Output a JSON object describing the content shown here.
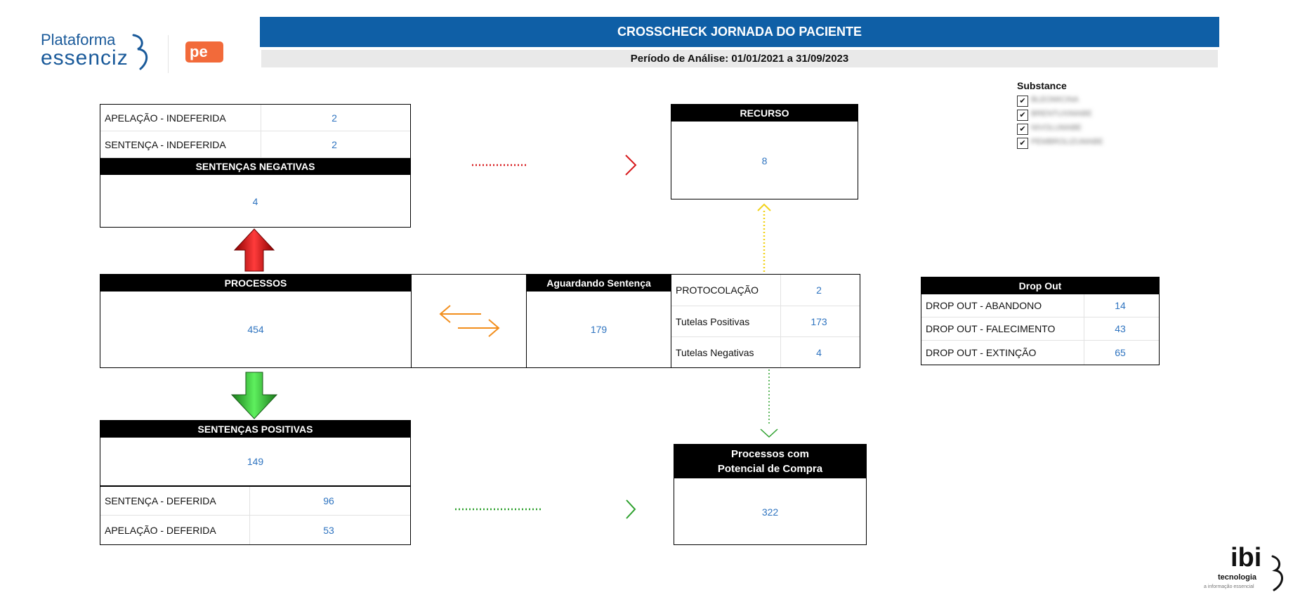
{
  "logos": {
    "plataforma_line1": "Plataforma",
    "plataforma_line2": "essenciz",
    "pe_badge": "pe",
    "ibi_main": "ibi",
    "ibi_sub": "tecnologia",
    "ibi_tagline": "a informação essencial"
  },
  "header": {
    "title": "CROSSCHECK JORNADA DO PACIENTE",
    "period": "Período de Análise: 01/01/2021 a 31/09/2023"
  },
  "substance_filter": {
    "label": "Substance",
    "items": [
      {
        "label": "BLEOMICINA",
        "checked": true
      },
      {
        "label": "BRENTUXIMABE",
        "checked": true
      },
      {
        "label": "NIVOLUMABE",
        "checked": true
      },
      {
        "label": "PEMBROLIZUMABE",
        "checked": true
      }
    ]
  },
  "negativas": {
    "rows": [
      {
        "label": "APELAÇÃO - INDEFERIDA",
        "value": "2"
      },
      {
        "label": "SENTENÇA - INDEFERIDA",
        "value": "2"
      }
    ],
    "title": "SENTENÇAS NEGATIVAS",
    "total": "4"
  },
  "recurso": {
    "title": "RECURSO",
    "value": "8"
  },
  "processos": {
    "title": "PROCESSOS",
    "value": "454"
  },
  "aguardando": {
    "title": "Aguardando Sentença",
    "value": "179",
    "rows": [
      {
        "label": "PROTOCOLAÇÃO",
        "value": "2"
      },
      {
        "label": "Tutelas Positivas",
        "value": "173"
      },
      {
        "label": "Tutelas Negativas",
        "value": "4"
      }
    ]
  },
  "dropout": {
    "title": "Drop Out",
    "rows": [
      {
        "label": "DROP OUT - ABANDONO",
        "value": "14"
      },
      {
        "label": "DROP OUT - FALECIMENTO",
        "value": "43"
      },
      {
        "label": "DROP OUT - EXTINÇÃO",
        "value": "65"
      }
    ]
  },
  "positivas": {
    "title": "SENTENÇAS POSITIVAS",
    "total": "149",
    "rows": [
      {
        "label": "SENTENÇA - DEFERIDA",
        "value": "96"
      },
      {
        "label": "APELAÇÃO - DEFERIDA",
        "value": "53"
      }
    ]
  },
  "compra": {
    "title_line1": "Processos com",
    "title_line2": "Potencial de Compra",
    "value": "322"
  },
  "colors": {
    "header_blue": "#0f5fa6",
    "value_blue": "#2f74c0",
    "arrow_red": "#d7191c",
    "arrow_green": "#2ca02c",
    "arrow_orange": "#f28e1c",
    "arrow_yellow": "#f2d31b",
    "brand_orange": "#f26a3a"
  }
}
